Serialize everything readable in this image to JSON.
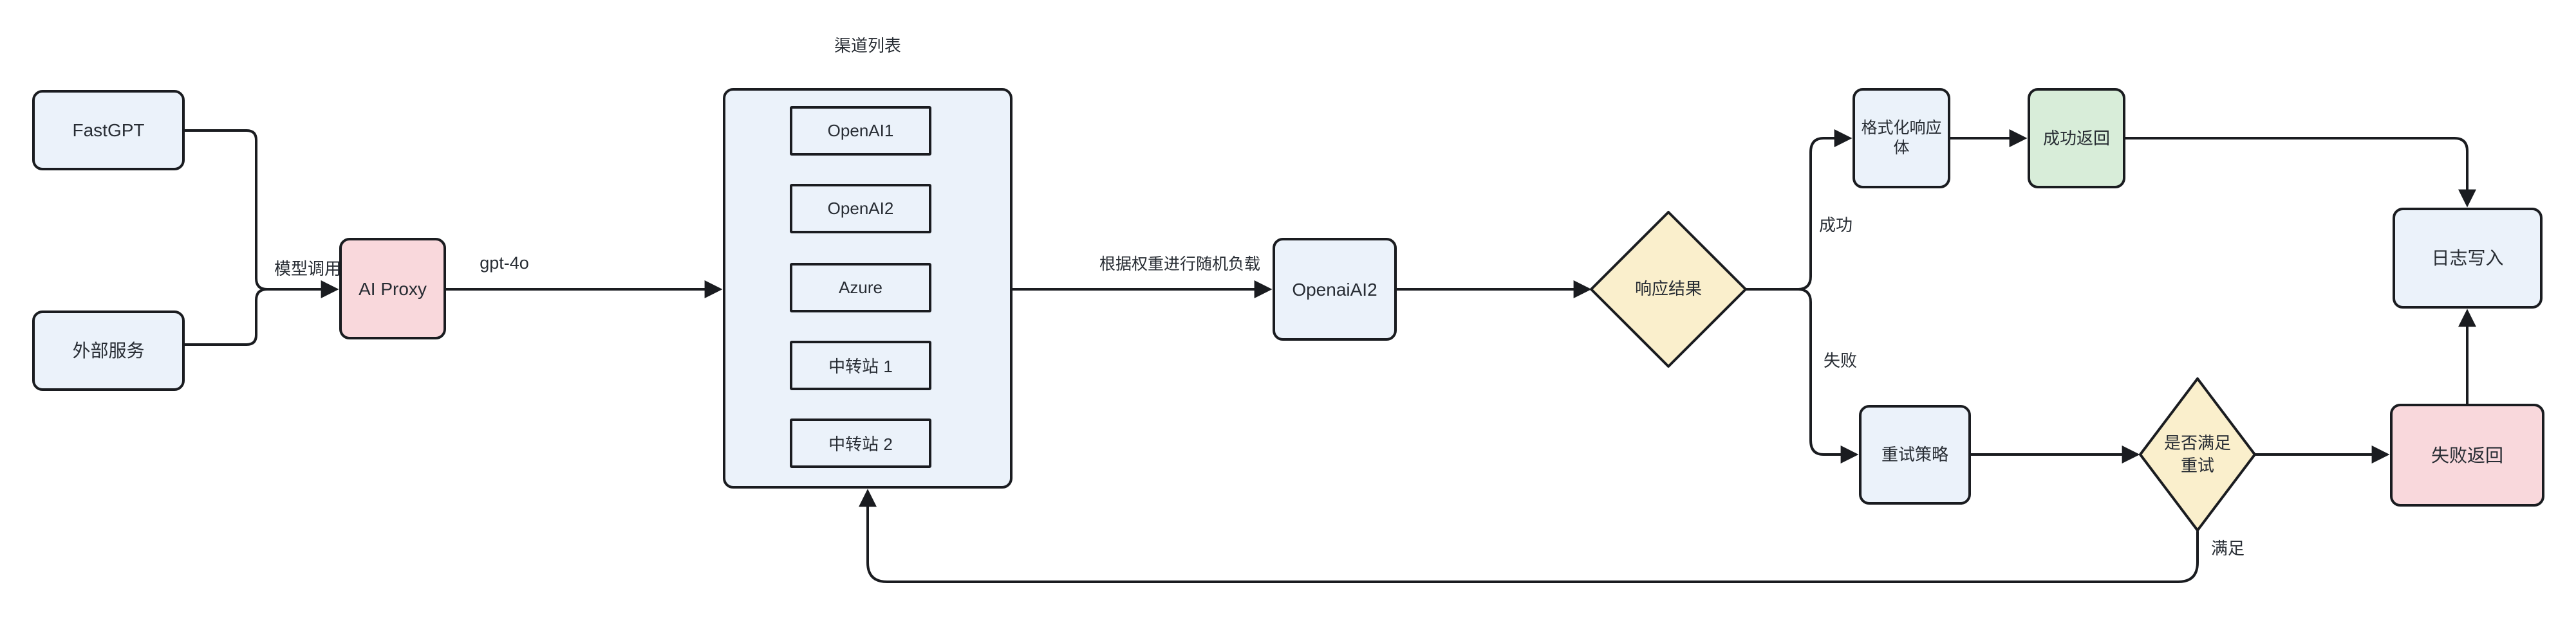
{
  "diagram": {
    "title": "渠道列表",
    "colors": {
      "background": "#ffffff",
      "stroke": "#1a1c20",
      "text": "#272c33",
      "node_blue": "#ebf2fa",
      "node_pink": "#f9d8dc",
      "node_green": "#d8edd9",
      "node_yellow": "#faefcc"
    },
    "nodes": {
      "fastgpt": {
        "label": "FastGPT"
      },
      "external": {
        "label": "外部服务"
      },
      "proxy": {
        "label": "AI Proxy"
      },
      "openai2": {
        "label": "OpenaiAI2"
      },
      "response_check": {
        "label": "响应结果"
      },
      "format_body": {
        "label": "格式化响应体"
      },
      "success_return": {
        "label": "成功返回"
      },
      "log_write": {
        "label": "日志写入"
      },
      "retry_policy": {
        "label": "重试策略"
      },
      "retry_check": {
        "label_line1": "是否满足",
        "label_line2": "重试"
      },
      "fail_return": {
        "label": "失败返回"
      }
    },
    "channels": [
      {
        "label": "OpenAI1"
      },
      {
        "label": "OpenAI2"
      },
      {
        "label": "Azure"
      },
      {
        "label": "中转站 1"
      },
      {
        "label": "中转站 2"
      }
    ],
    "edge_labels": {
      "model_call": "模型调用",
      "model_name": "gpt-4o",
      "weighted_load": "根据权重进行随机负载",
      "success": "成功",
      "fail": "失败",
      "satisfied": "满足"
    }
  }
}
